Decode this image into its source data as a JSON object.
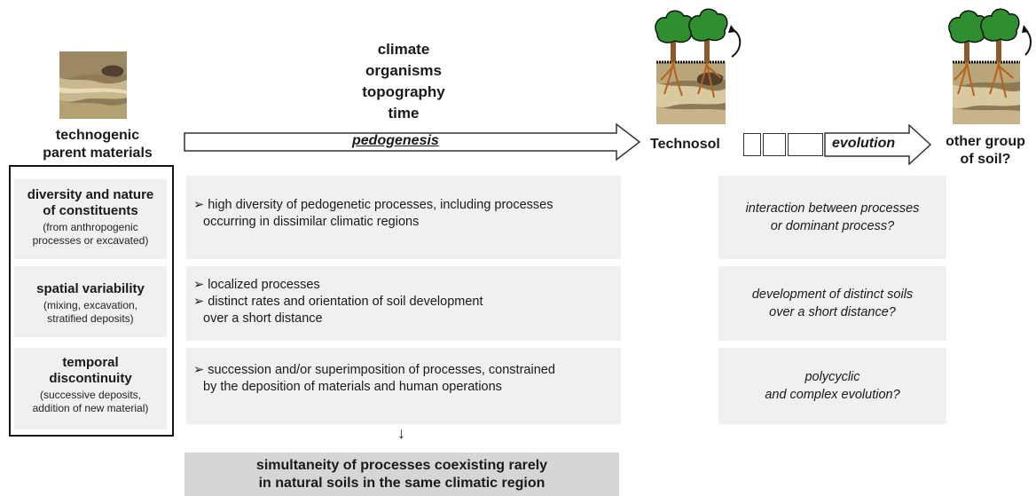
{
  "factors": [
    "climate",
    "organisms",
    "topography",
    "time"
  ],
  "parent_materials_label": [
    "technogenic",
    "parent materials"
  ],
  "pedogenesis_label": "pedogenesis",
  "technosol_label": "Technosol",
  "evolution_label": "evolution",
  "other_soil_label": [
    "other group",
    "of soil?"
  ],
  "rows": [
    {
      "property_title": [
        "diversity and nature",
        "of constituents"
      ],
      "property_sub": [
        "(from anthropogenic",
        "processes or excavated)"
      ],
      "processes": [
        "high diversity of pedogenetic processes, including processes",
        "occurring in dissimilar climatic regions"
      ],
      "question": [
        "interaction between processes",
        "or dominant process?"
      ]
    },
    {
      "property_title": [
        "spatial variability"
      ],
      "property_sub": [
        "(mixing, excavation,",
        "stratified deposits)"
      ],
      "processes_a": "localized processes",
      "processes_b": [
        "distinct rates  and orientation of soil development",
        "over a short distance"
      ],
      "question": [
        "development of distinct soils",
        "over a short distance?"
      ]
    },
    {
      "property_title": [
        "temporal",
        "discontinuity"
      ],
      "property_sub": [
        "(successive deposits,",
        "addition of new material)"
      ],
      "processes": [
        "succession and/or superimposition of processes, constrained",
        "by the deposition of materials and human operations"
      ],
      "question": [
        "polycyclic",
        "and complex evolution?"
      ]
    }
  ],
  "down_arrow": "↓",
  "conclusion": [
    "simultaneity of processes coexisting rarely",
    "in natural soils in the same climatic region"
  ],
  "colors": {
    "tree_canopy": "#2f8f2f",
    "tree_trunk": "#8b5a2b",
    "soil_light": "#e8dcb8",
    "soil_mid": "#a89466",
    "soil_dark": "#6b5a44",
    "panel_bg": "#f0f0f0",
    "conclusion_bg": "#d6d6d6"
  }
}
